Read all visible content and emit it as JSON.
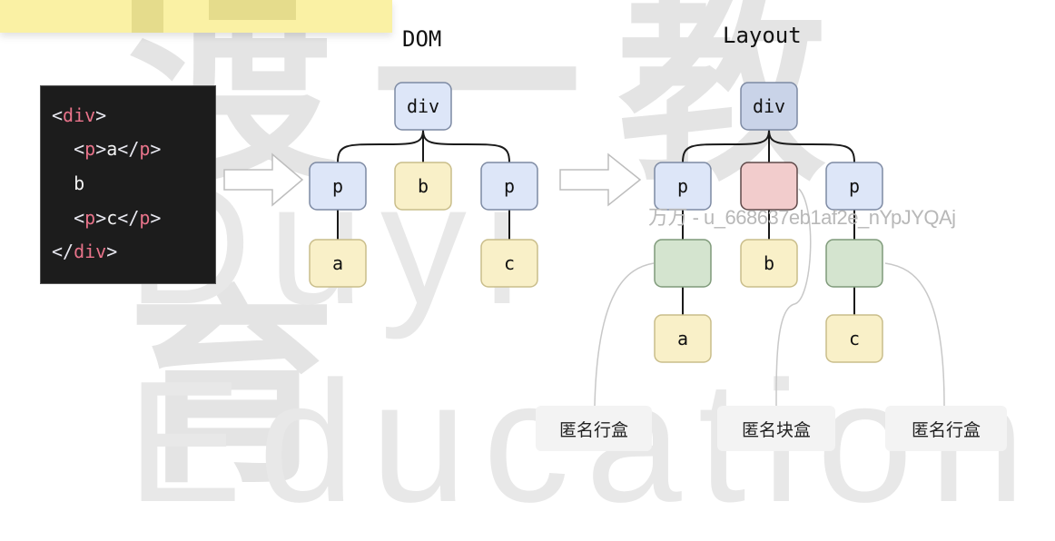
{
  "watermark": {
    "brand_top": "渡一教育",
    "brand_bottom": "Duyi Education",
    "user_id": "万万 - u_668637eb1af2e_nYpJYQAj"
  },
  "titles": {
    "dom": "DOM",
    "layout": "Layout"
  },
  "code_block": {
    "lines": [
      {
        "indent": "",
        "open": "<",
        "tag": "div",
        "close": ">",
        "text": "",
        "end_open": "",
        "end_tag": "",
        "end_close": ""
      },
      {
        "indent": "  ",
        "open": "<",
        "tag": "p",
        "close": ">",
        "text": "a",
        "end_open": "</",
        "end_tag": "p",
        "end_close": ">"
      },
      {
        "indent": "  ",
        "open": "",
        "tag": "",
        "close": "",
        "text": "b",
        "end_open": "",
        "end_tag": "",
        "end_close": ""
      },
      {
        "indent": "  ",
        "open": "<",
        "tag": "p",
        "close": ">",
        "text": "c",
        "end_open": "</",
        "end_tag": "p",
        "end_close": ">"
      },
      {
        "indent": "",
        "open": "</",
        "tag": "div",
        "close": ">",
        "text": "",
        "end_open": "",
        "end_tag": "",
        "end_close": ""
      }
    ]
  },
  "colors": {
    "element_fill": "#dde6f8",
    "element_stroke": "#7d8aa3",
    "root_layout_fill": "#c9d3e8",
    "text_fill": "#f9f0c8",
    "text_stroke": "#c9bd8a",
    "anon_block_fill": "#f2cccc",
    "anon_block_stroke": "#5e4848",
    "anon_line_fill": "#d4e4cf",
    "anon_line_stroke": "#7f9a7a",
    "code_tag": "#e8738a",
    "annotation_bg": "#f3f3f3"
  },
  "dom_tree": {
    "nodes": [
      {
        "id": "div",
        "label": "div",
        "kind": "element"
      },
      {
        "id": "p1",
        "label": "p",
        "kind": "element",
        "parent": "div"
      },
      {
        "id": "b",
        "label": "b",
        "kind": "text",
        "parent": "div"
      },
      {
        "id": "p2",
        "label": "p",
        "kind": "element",
        "parent": "div"
      },
      {
        "id": "a",
        "label": "a",
        "kind": "text",
        "parent": "p1"
      },
      {
        "id": "c",
        "label": "c",
        "kind": "text",
        "parent": "p2"
      }
    ]
  },
  "layout_tree": {
    "nodes": [
      {
        "id": "div",
        "label": "div",
        "kind": "root"
      },
      {
        "id": "p1",
        "label": "p",
        "kind": "element",
        "parent": "div"
      },
      {
        "id": "anon_block",
        "label": "",
        "kind": "anon_block",
        "parent": "div"
      },
      {
        "id": "p2",
        "label": "p",
        "kind": "element",
        "parent": "div"
      },
      {
        "id": "anon_line1",
        "label": "",
        "kind": "anon_line",
        "parent": "p1"
      },
      {
        "id": "b",
        "label": "b",
        "kind": "text",
        "parent": "anon_block"
      },
      {
        "id": "anon_line2",
        "label": "",
        "kind": "anon_line",
        "parent": "p2"
      },
      {
        "id": "a",
        "label": "a",
        "kind": "text",
        "parent": "anon_line1"
      },
      {
        "id": "c",
        "label": "c",
        "kind": "text",
        "parent": "anon_line2"
      }
    ]
  },
  "annotations": [
    {
      "label": "匿名行盒",
      "points_to": "anon_line1"
    },
    {
      "label": "匿名块盒",
      "points_to": "anon_block"
    },
    {
      "label": "匿名行盒",
      "points_to": "anon_line2"
    }
  ]
}
